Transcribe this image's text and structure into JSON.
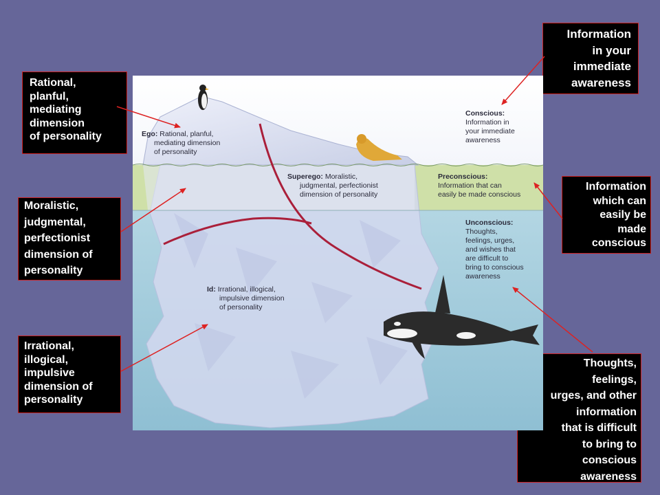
{
  "callouts": {
    "ego": "Rational,\nplanful,\nmediating\ndimension\nof personality",
    "superego": "Moralistic,\njudgmental,\nperfectionist\ndimension of\npersonality",
    "id": "Irrational,\nillogical,\nimpulsive\ndimension of\npersonality",
    "conscious": "Information\nin your\nimmediate\nawareness",
    "preconscious": "Information\nwhich can\neasily be\nmade\nconscious",
    "unconscious": "Thoughts,\nfeelings,\nurges, and other\ninformation\nthat is difficult\nto bring to\nconscious\nawareness"
  },
  "diagram": {
    "ego": {
      "head": "Ego:",
      "lines": [
        " Rational, planful,",
        "mediating dimension",
        "of personality"
      ]
    },
    "superego": {
      "head": "Superego:",
      "lines": [
        " Moralistic,",
        "judgmental, perfectionist",
        "dimension of personality"
      ]
    },
    "id": {
      "head": "Id:",
      "lines": [
        " Irrational, illogical,",
        "impulsive dimension",
        "of personality"
      ]
    },
    "conscious": {
      "head": "Conscious:",
      "lines": [
        "Information in",
        "your immediate",
        "awareness"
      ]
    },
    "preconscious": {
      "head": "Preconscious:",
      "lines": [
        "Information that can",
        "easily be made conscious"
      ]
    },
    "unconscious": {
      "head": "Unconscious:",
      "lines": [
        "Thoughts,",
        "feelings, urges,",
        "and wishes that",
        "are difficult to",
        "bring to conscious",
        "awareness"
      ]
    }
  },
  "colors": {
    "background": "#666699",
    "callout_bg": "#000000",
    "callout_border": "#cc2222",
    "arrow": "#dd2222",
    "divider": "#aa1f3a",
    "water": "#a9cfdd",
    "preconscious_band": "#cfe0a8",
    "ice": "#dfe1f0"
  }
}
